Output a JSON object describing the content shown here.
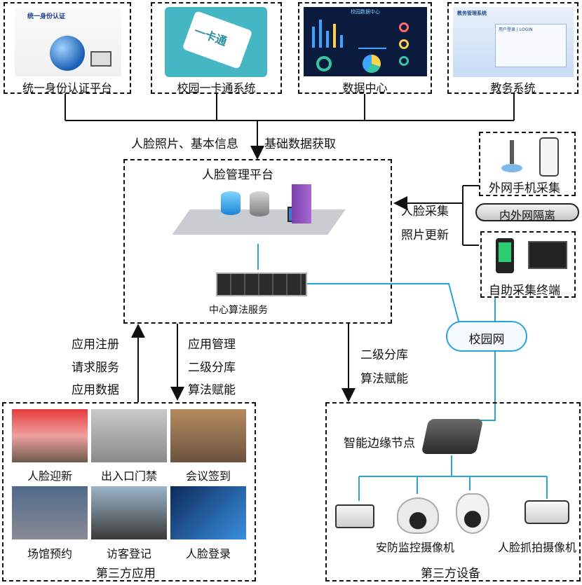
{
  "top_systems": [
    {
      "label": "统一身份认证平台",
      "screen_title": "统一身份认证"
    },
    {
      "label": "校园一卡通系统",
      "card_text": "一卡通"
    },
    {
      "label": "数据中心",
      "screen_title": "校园数据中心"
    },
    {
      "label": "教务系统",
      "screen_title": "教务管理系统",
      "login_text": "用户登录 | LOGIN"
    }
  ],
  "flows": {
    "top_left": "人脸照片、基本信息",
    "top_right": "基础数据获取",
    "right_1": "人脸采集",
    "right_2": "照片更新",
    "left_1": "应用注册",
    "left_2": "请求服务",
    "left_3": "应用数据",
    "mid_1": "应用管理",
    "mid_2": "二级分库",
    "mid_3": "算法赋能",
    "bottom_right_1": "二级分库",
    "bottom_right_2": "算法赋能"
  },
  "platform": {
    "title": "人脸管理平台",
    "server_label": "中心算法服务"
  },
  "right_side": {
    "mobile": "外网手机采集",
    "isolation": "内外网隔离",
    "terminal": "自助采集终端",
    "campus_net": "校园网"
  },
  "third_party_apps": {
    "title": "第三方应用",
    "items": [
      "人脸迎新",
      "出入口门禁",
      "会议签到",
      "场馆预约",
      "访客登记",
      "人脸登录"
    ]
  },
  "third_party_devices": {
    "title": "第三方设备",
    "edge_node": "智能边缘节点",
    "security_cam": "安防监控摄像机",
    "face_cam": "人脸抓拍摄像机"
  }
}
